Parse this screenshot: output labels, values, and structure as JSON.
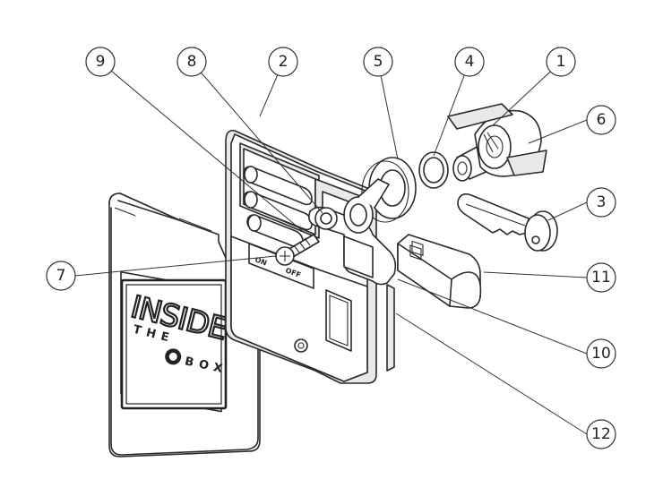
{
  "logo": {
    "line1": "INSIDE",
    "line2": "THE",
    "line3": "BOX"
  },
  "battery_labels": {
    "on": "ON",
    "off": "OFF"
  },
  "callouts": [
    "1",
    "2",
    "3",
    "4",
    "5",
    "6",
    "7",
    "8",
    "9",
    "10",
    "11",
    "12"
  ]
}
